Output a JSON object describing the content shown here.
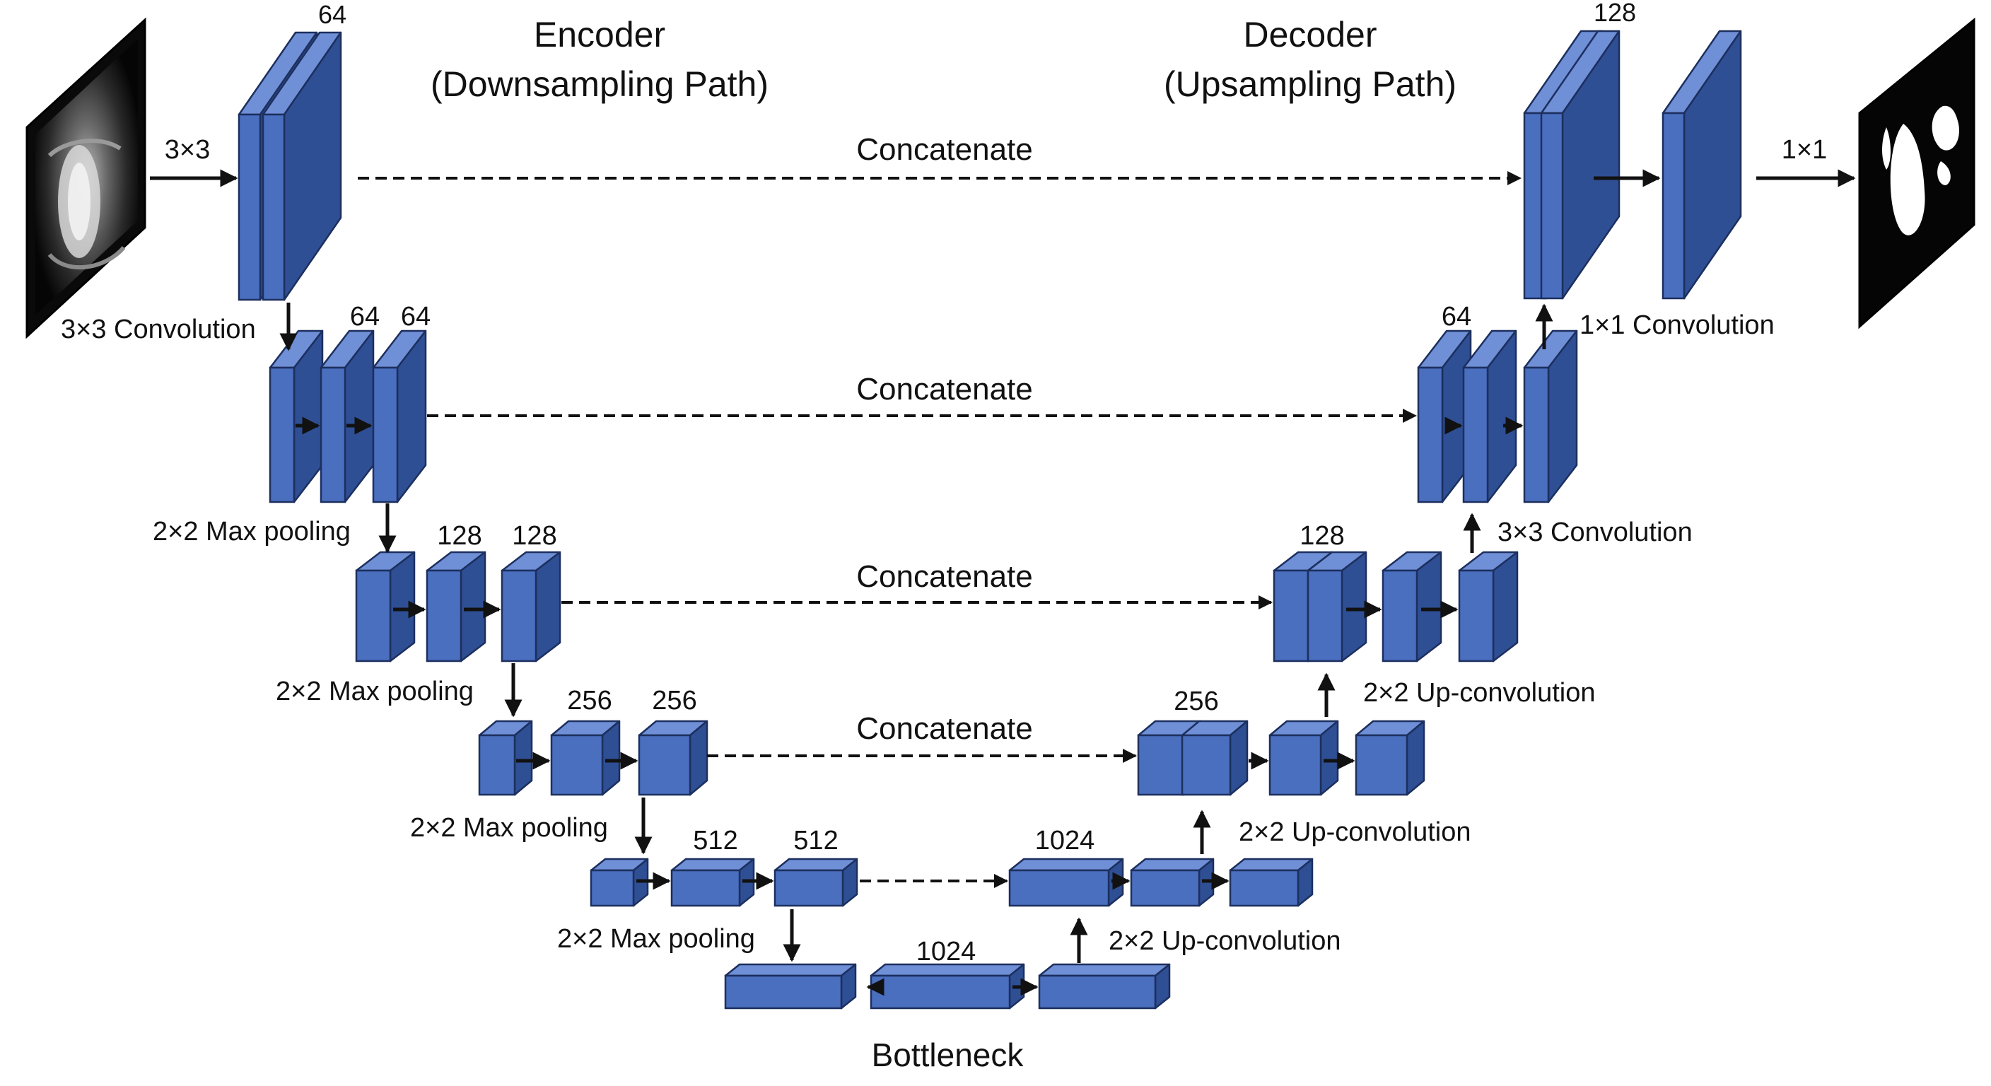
{
  "headings": {
    "encoder": [
      "Encoder",
      "(Downsampling Path)"
    ],
    "decoder": [
      "Decoder",
      "(Upsampling Path)"
    ],
    "bottleneck": "Bottleneck"
  },
  "skip_label": "Concatenate",
  "conv_in_label": "3×3",
  "conv_out_label": "1×1",
  "op_labels": {
    "conv3_enc": "3×3 Convolution",
    "conv3_dec": "3×3 Convolution",
    "conv1_dec": "1×1 Convolution",
    "maxpool": "2×2 Max pooling",
    "upconv": "2×2 Up-convolution"
  },
  "channel_labels": {
    "enc1": "64",
    "enc2": [
      "64",
      "64"
    ],
    "enc3": [
      "128",
      "128"
    ],
    "enc4": [
      "256",
      "256"
    ],
    "enc5": [
      "512",
      "512"
    ],
    "bottleneck": "1024",
    "dec5": "1024",
    "dec4": "256",
    "dec3": "128",
    "dec2": "64",
    "dec1": "128"
  },
  "colors": {
    "block_front": "#4a6fbf",
    "block_top": "#6f8fd6",
    "block_side": "#2f4f95",
    "block_edge": "#1c2f5e",
    "arrow": "#111111"
  },
  "images": {
    "input": "mri-slice-image",
    "output": "segmentation-mask-image"
  }
}
